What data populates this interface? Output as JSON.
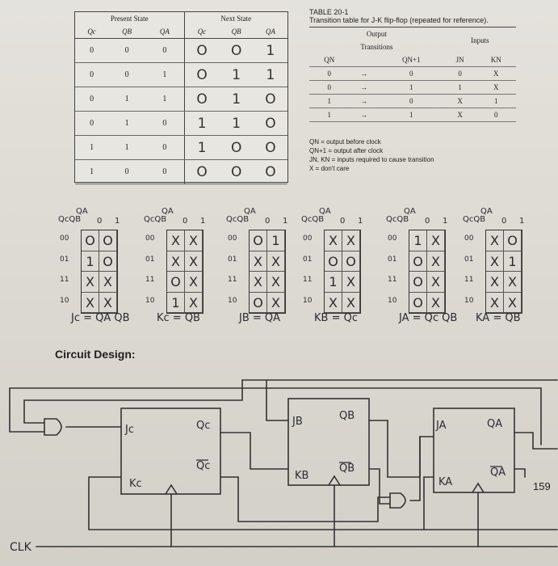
{
  "state_table": {
    "header_present": "Present State",
    "header_next": "Next State",
    "cols": [
      "Qc",
      "QB",
      "QA",
      "Qc",
      "QB",
      "QA"
    ],
    "present": [
      [
        "0",
        "0",
        "0"
      ],
      [
        "0",
        "0",
        "1"
      ],
      [
        "0",
        "1",
        "1"
      ],
      [
        "0",
        "1",
        "0"
      ],
      [
        "1",
        "1",
        "0"
      ],
      [
        "1",
        "0",
        "0"
      ]
    ],
    "next": [
      [
        "O",
        "O",
        "1"
      ],
      [
        "O",
        "1",
        "1"
      ],
      [
        "O",
        "1",
        "O"
      ],
      [
        "1",
        "1",
        "O"
      ],
      [
        "1",
        "O",
        "O"
      ],
      [
        "O",
        "O",
        "O"
      ]
    ]
  },
  "transition_table": {
    "title": "TABLE 20-1",
    "caption": "Transition table for J-K flip-flop (repeated for reference).",
    "group_output": "Output",
    "group_output2": "Transitions",
    "group_inputs": "Inputs",
    "cols": [
      "QN",
      "QN+1",
      "JN",
      "KN"
    ],
    "rows": [
      [
        "0",
        "0",
        "0",
        "X"
      ],
      [
        "0",
        "1",
        "1",
        "X"
      ],
      [
        "1",
        "0",
        "X",
        "1"
      ],
      [
        "1",
        "1",
        "X",
        "0"
      ]
    ],
    "arrow": "→"
  },
  "notes": [
    "QN = output before clock",
    "QN+1 = output after clock",
    "JN, KN = inputs required to cause transition",
    "X = don't care"
  ],
  "kmaps": [
    {
      "cells": [
        [
          "O",
          "O"
        ],
        [
          "1",
          "O"
        ],
        [
          "X",
          "X"
        ],
        [
          "X",
          "X"
        ]
      ],
      "eq": "Jc = QA QB"
    },
    {
      "cells": [
        [
          "X",
          "X"
        ],
        [
          "X",
          "X"
        ],
        [
          "O",
          "X"
        ],
        [
          "1",
          "X"
        ]
      ],
      "eq": "Kc = QB"
    },
    {
      "cells": [
        [
          "O",
          "1"
        ],
        [
          "X",
          "X"
        ],
        [
          "X",
          "X"
        ],
        [
          "O",
          "X"
        ]
      ],
      "eq": "JB = QA"
    },
    {
      "cells": [
        [
          "X",
          "X"
        ],
        [
          "O",
          "O"
        ],
        [
          "1",
          "X"
        ],
        [
          "X",
          "X"
        ]
      ],
      "eq": "KB = Qc"
    },
    {
      "cells": [
        [
          "1",
          "X"
        ],
        [
          "O",
          "X"
        ],
        [
          "O",
          "X"
        ],
        [
          "O",
          "X"
        ]
      ],
      "eq": "JA = Qc QB"
    },
    {
      "cells": [
        [
          "X",
          "O"
        ],
        [
          "X",
          "1"
        ],
        [
          "X",
          "X"
        ],
        [
          "X",
          "X"
        ]
      ],
      "eq": "KA = QB"
    }
  ],
  "kmap_axis": {
    "corner": "QcQB",
    "top": "QA",
    "col0": "0",
    "col1": "1",
    "rows": [
      "00",
      "01",
      "11",
      "10"
    ]
  },
  "circuit": {
    "title": "Circuit Design:",
    "ff_c": {
      "j": "Jc",
      "k": "Kc",
      "q": "Qc",
      "qbar": "Qc"
    },
    "ff_b": {
      "j": "JB",
      "k": "KB",
      "q": "QB",
      "qbar": "QB"
    },
    "ff_a": {
      "j": "JA",
      "k": "KA",
      "q": "QA",
      "qbar": "QA"
    },
    "clk": "CLK"
  },
  "page_number": "159"
}
